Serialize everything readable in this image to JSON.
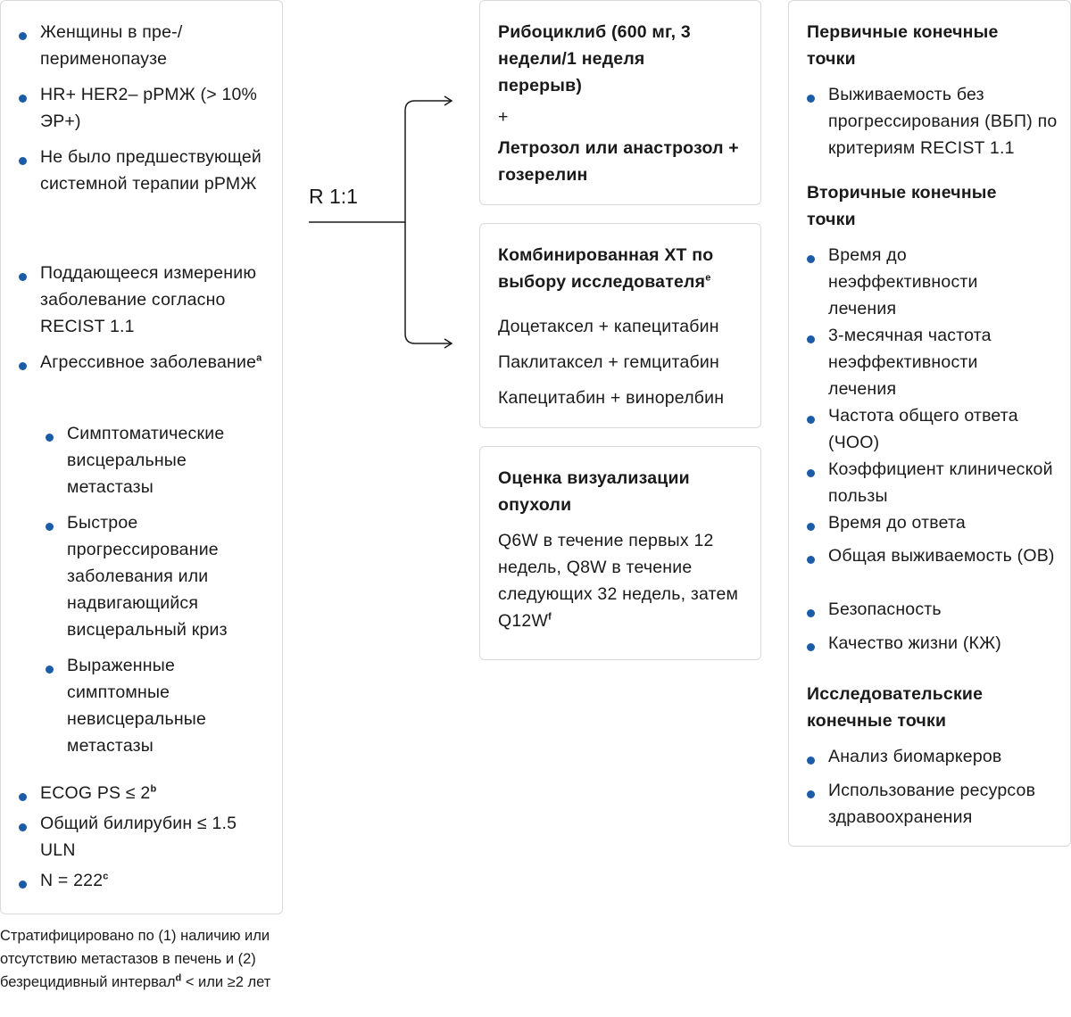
{
  "left": {
    "items": [
      "Женщины в пре-/ перименопаузе",
      "HR+ HER2– рРМЖ (> 10% ЭР+)",
      "Не было предшествующей системной терапии рРМЖ",
      "Поддающееся измерению заболевание согласно RECIST 1.1",
      "Агрессивное заболевание",
      "ECOG PS ≤ 2",
      "Общий билирубин ≤ 1.5 ULN",
      "N = 222"
    ],
    "aggressive_sup": "a",
    "ecog_sup": "b",
    "n_sup": "c",
    "subitems": [
      "Симптоматические висцеральные метастазы",
      "Быстрое прогрессирование заболевания или надвигающийся висцеральный криз",
      "Выраженные симптомные невисцеральные метастазы"
    ]
  },
  "footnote": {
    "text": "Стратифицировано по (1) наличию или отсутствию метастазов в печень и (2) безрецидивный интервал",
    "sup": "d",
    "tail": " < или ≥2 лет"
  },
  "randomization": "R 1:1",
  "ribociclib": {
    "title": "Рибоциклиб (600 мг, 3 недели/1 неделя перерыв)",
    "plus": "+",
    "combo": "Летрозол или анастрозол + гозерелин"
  },
  "chemo": {
    "title": "Комбинированная ХТ по выбору исследователя",
    "title_sup": "e",
    "options": [
      "Доцетаксел + капецитабин",
      "Паклитаксел + гемцитабин",
      "Капецитабин + винорелбин"
    ]
  },
  "imaging": {
    "title": "Оценка визуализации опухоли",
    "text": "Q6W в течение первых 12 недель, Q8W в течение следующих 32 недель, затем Q12W",
    "sup": "f"
  },
  "endpoints": {
    "primary_title": "Первичные конечные точки",
    "primary": [
      "Выживаемость без прогрессирования (ВБП) по критериям RECIST 1.1"
    ],
    "secondary_title": "Вторичные конечные точки",
    "secondary": [
      "Время до неэффективности лечения",
      "3-месячная частота неэффективности лечения",
      "Частота общего ответа (ЧОО)",
      "Коэффициент клинической пользы",
      "Время до ответа",
      "Общая выживаемость (ОВ)",
      "Безопасность",
      "Качество жизни (КЖ)"
    ],
    "exploratory_title": "Исследовательские конечные точки",
    "exploratory": [
      "Анализ биомаркеров",
      "Использование ресурсов здравоохранения"
    ]
  },
  "colors": {
    "bullet": "#1b5ca8",
    "border": "#d9d9d9",
    "line": "#1a1a1a"
  }
}
